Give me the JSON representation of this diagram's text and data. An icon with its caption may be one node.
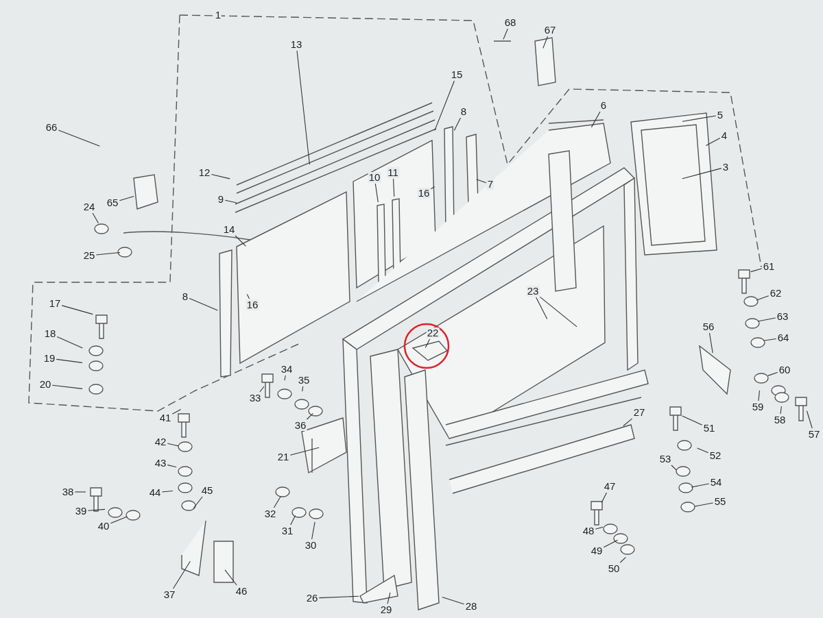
{
  "diagram": {
    "nodes": [
      {
        "text": [
          "13"
        ]
      },
      {
        "text": [
          "68"
        ]
      },
      {
        "text": [
          "67"
        ]
      },
      {
        "text": [
          "15"
        ]
      },
      {
        "text": [
          "8"
        ]
      },
      {
        "text": [
          "6"
        ]
      },
      {
        "text": [
          "5"
        ]
      },
      {
        "text": [
          "4"
        ]
      },
      {
        "text": [
          "3"
        ]
      },
      {
        "text": [
          "66"
        ]
      },
      {
        "text": [
          "12"
        ]
      },
      {
        "text": [
          "9"
        ]
      },
      {
        "text": [
          "10"
        ]
      },
      {
        "text": [
          "11"
        ]
      },
      {
        "text": [
          "16"
        ]
      },
      {
        "text": [
          "7"
        ]
      },
      {
        "text": [
          "65"
        ]
      },
      {
        "text": [
          "24"
        ]
      },
      {
        "text": [
          "14"
        ]
      },
      {
        "text": [
          "25"
        ]
      },
      {
        "text": [
          "16"
        ]
      },
      {
        "text": [
          "8"
        ]
      },
      {
        "text": [
          "23"
        ]
      },
      {
        "text": [
          "17"
        ]
      },
      {
        "text": [
          "61"
        ]
      },
      {
        "text": [
          "62"
        ]
      },
      {
        "text": [
          "63"
        ]
      },
      {
        "text": [
          "64"
        ]
      },
      {
        "text": [
          "22"
        ]
      },
      {
        "text": [
          "18"
        ]
      },
      {
        "text": [
          "19"
        ]
      },
      {
        "text": [
          "20"
        ]
      },
      {
        "text": [
          "56"
        ]
      },
      {
        "text": [
          "60"
        ]
      },
      {
        "text": [
          "59"
        ]
      },
      {
        "text": [
          "58"
        ]
      },
      {
        "text": [
          "57"
        ]
      },
      {
        "text": [
          "34"
        ]
      },
      {
        "text": [
          "35"
        ]
      },
      {
        "text": [
          "33"
        ]
      },
      {
        "text": [
          "36"
        ]
      },
      {
        "text": [
          "41"
        ]
      },
      {
        "text": [
          "42"
        ]
      },
      {
        "text": [
          "51"
        ]
      },
      {
        "text": [
          "52"
        ]
      },
      {
        "text": [
          "27"
        ]
      },
      {
        "text": [
          "21"
        ]
      },
      {
        "text": [
          "43"
        ]
      },
      {
        "text": [
          "53"
        ]
      },
      {
        "text": [
          "54"
        ]
      },
      {
        "text": [
          "44"
        ]
      },
      {
        "text": [
          "45"
        ]
      },
      {
        "text": [
          "47"
        ]
      },
      {
        "text": [
          "55"
        ]
      },
      {
        "text": [
          "38"
        ]
      },
      {
        "text": [
          "39"
        ]
      },
      {
        "text": [
          "32"
        ]
      },
      {
        "text": [
          "40"
        ]
      },
      {
        "text": [
          "48"
        ]
      },
      {
        "text": [
          "31"
        ]
      },
      {
        "text": [
          "30"
        ]
      },
      {
        "text": [
          "49"
        ]
      },
      {
        "text": [
          "50"
        ]
      },
      {
        "text": [
          "37"
        ]
      },
      {
        "text": [
          "46"
        ]
      },
      {
        "text": [
          "26"
        ]
      },
      {
        "text": [
          "29"
        ]
      },
      {
        "text": [
          "28"
        ]
      }
    ],
    "edges": [
      {
        "from": 0,
        "to": null,
        "arrow": "none"
      },
      {
        "from": 1,
        "to": null,
        "arrow": "none"
      },
      {
        "from": 2,
        "to": null,
        "arrow": "none"
      },
      {
        "from": 3,
        "to": null,
        "arrow": "none"
      },
      {
        "from": 4,
        "to": null,
        "arrow": "none"
      },
      {
        "from": 5,
        "to": null,
        "arrow": "none"
      },
      {
        "from": 6,
        "to": null,
        "arrow": "none"
      },
      {
        "from": 7,
        "to": null,
        "arrow": "none"
      },
      {
        "from": 8,
        "to": null,
        "arrow": "none"
      },
      {
        "from": 9,
        "to": null,
        "arrow": "none"
      },
      {
        "from": 10,
        "to": null,
        "arrow": "none"
      },
      {
        "from": 11,
        "to": null,
        "arrow": "none"
      },
      {
        "from": 12,
        "to": null,
        "arrow": "none"
      },
      {
        "from": 13,
        "to": null,
        "arrow": "none"
      },
      {
        "from": 14,
        "to": null,
        "arrow": "none"
      },
      {
        "from": 15,
        "to": null,
        "arrow": "none"
      },
      {
        "from": 16,
        "to": null,
        "arrow": "none"
      },
      {
        "from": 17,
        "to": null,
        "arrow": "none"
      },
      {
        "from": 18,
        "to": null,
        "arrow": "none"
      },
      {
        "from": 19,
        "to": null,
        "arrow": "none"
      },
      {
        "from": 20,
        "to": null,
        "arrow": "none"
      },
      {
        "from": 21,
        "to": null,
        "arrow": "none"
      },
      {
        "from": 22,
        "to": null,
        "arrow": "none"
      },
      {
        "from": 22,
        "to": null,
        "arrow": "none"
      },
      {
        "from": 23,
        "to": null,
        "arrow": "none"
      },
      {
        "from": 24,
        "to": null,
        "arrow": "none"
      },
      {
        "from": 25,
        "to": null,
        "arrow": "none"
      },
      {
        "from": 26,
        "to": null,
        "arrow": "none"
      },
      {
        "from": 27,
        "to": null,
        "arrow": "none"
      },
      {
        "from": 28,
        "to": null,
        "arrow": "none"
      },
      {
        "from": 29,
        "to": null,
        "arrow": "none"
      },
      {
        "from": 30,
        "to": null,
        "arrow": "none"
      },
      {
        "from": 31,
        "to": null,
        "arrow": "none"
      },
      {
        "from": 32,
        "to": null,
        "arrow": "none"
      },
      {
        "from": 33,
        "to": null,
        "arrow": "none"
      },
      {
        "from": 34,
        "to": null,
        "arrow": "none"
      },
      {
        "from": 35,
        "to": null,
        "arrow": "none"
      },
      {
        "from": 36,
        "to": null,
        "arrow": "none"
      },
      {
        "from": 37,
        "to": null,
        "arrow": "none"
      },
      {
        "from": 38,
        "to": null,
        "arrow": "none"
      },
      {
        "from": 39,
        "to": null,
        "arrow": "none"
      },
      {
        "from": 40,
        "to": null,
        "arrow": "none"
      },
      {
        "from": 41,
        "to": null,
        "arrow": "none"
      },
      {
        "from": 42,
        "to": null,
        "arrow": "none"
      },
      {
        "from": 43,
        "to": null,
        "arrow": "none"
      },
      {
        "from": 44,
        "to": null,
        "arrow": "none"
      },
      {
        "from": 45,
        "to": null,
        "arrow": "none"
      },
      {
        "from": 46,
        "to": null,
        "arrow": "none"
      },
      {
        "from": 47,
        "to": null,
        "arrow": "none"
      },
      {
        "from": 48,
        "to": null,
        "arrow": "none"
      },
      {
        "from": 49,
        "to": null,
        "arrow": "none"
      },
      {
        "from": 50,
        "to": null,
        "arrow": "none"
      },
      {
        "from": 51,
        "to": null,
        "arrow": "none"
      },
      {
        "from": 52,
        "to": null,
        "arrow": "none"
      },
      {
        "from": 53,
        "to": null,
        "arrow": "none"
      },
      {
        "from": 54,
        "to": null,
        "arrow": "none"
      },
      {
        "from": 55,
        "to": null,
        "arrow": "none"
      },
      {
        "from": 56,
        "to": null,
        "arrow": "none"
      },
      {
        "from": 57,
        "to": null,
        "arrow": "none"
      },
      {
        "from": 58,
        "to": null,
        "arrow": "none"
      },
      {
        "from": 59,
        "to": null,
        "arrow": "none"
      },
      {
        "from": 60,
        "to": null,
        "arrow": "none"
      },
      {
        "from": 61,
        "to": null,
        "arrow": "none"
      },
      {
        "from": 62,
        "to": null,
        "arrow": "none"
      },
      {
        "from": 63,
        "to": null,
        "arrow": "none"
      },
      {
        "from": 64,
        "to": null,
        "arrow": "none"
      },
      {
        "from": 65,
        "to": null,
        "arrow": "none"
      },
      {
        "from": 66,
        "to": null,
        "arrow": "none"
      },
      {
        "from": 67,
        "to": null,
        "arrow": "none"
      }
    ],
    "labels": [
      "1"
    ]
  }
}
